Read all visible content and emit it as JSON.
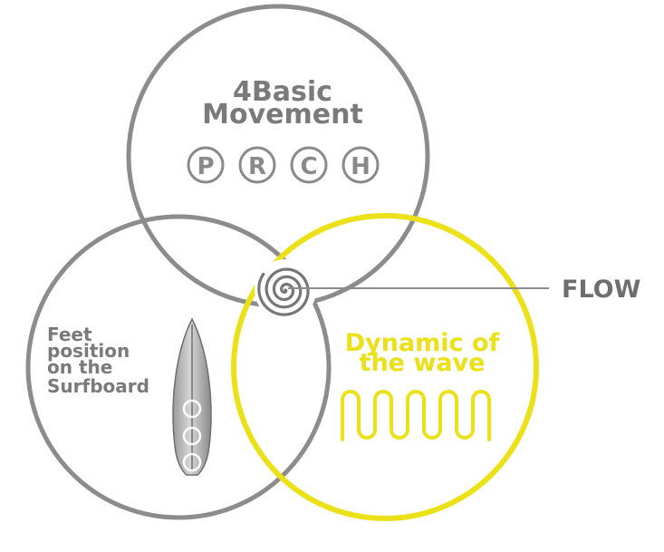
{
  "top_circle": {
    "title_line1": "4Basic",
    "title_line2": "Movement",
    "badges": [
      "P",
      "R",
      "C",
      "H"
    ]
  },
  "left_circle": {
    "lines": [
      "Feet",
      "position",
      "on the",
      "Surfboard"
    ],
    "icon": "surfboard-icon"
  },
  "right_circle": {
    "line1": "Dynamic of",
    "line2": "the wave",
    "icon": "wave-icon"
  },
  "center": {
    "icon": "spiral-icon",
    "label": "FLOW"
  },
  "colors": {
    "gray_stroke": "#8c8c8c",
    "gray_text": "#7a7a7a",
    "yellow": "#ece018",
    "flow_text": "#6e6e6e"
  }
}
